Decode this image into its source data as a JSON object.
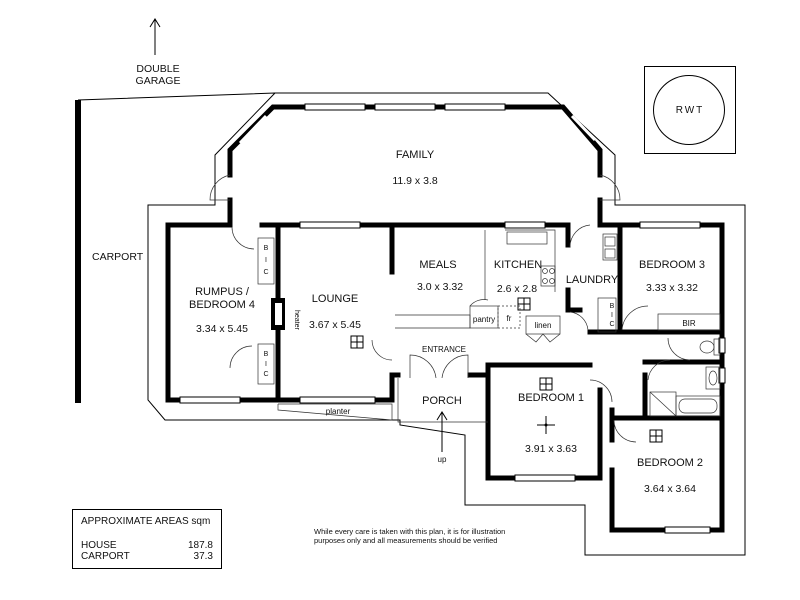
{
  "garage": {
    "line1": "DOUBLE",
    "line2": "GARAGE"
  },
  "rooms": {
    "family": {
      "name": "FAMILY",
      "size": "11.9 x 3.8"
    },
    "rumpus": {
      "name1": "RUMPUS /",
      "name2": "BEDROOM 4",
      "size": "3.34 x 5.45"
    },
    "lounge": {
      "name": "LOUNGE",
      "size": "3.67 x 5.45"
    },
    "meals": {
      "name": "MEALS",
      "size": "3.0 x 3.32"
    },
    "kitchen": {
      "name": "KITCHEN",
      "size": "2.6 x 2.8"
    },
    "laundry": {
      "name": "LAUNDRY"
    },
    "bedroom3": {
      "name": "BEDROOM 3",
      "size": "3.33 x 3.32"
    },
    "bedroom1": {
      "name": "BEDROOM 1",
      "size": "3.91 x 3.63"
    },
    "bedroom2": {
      "name": "BEDROOM 2",
      "size": "3.64 x 3.64"
    },
    "carport": {
      "name": "CARPORT"
    },
    "entrance": {
      "name": "ENTRANCE"
    },
    "porch": {
      "name": "PORCH"
    }
  },
  "fixtures": {
    "bic_b": "B",
    "bic_i": "I",
    "bic_c": "C",
    "heater": "heater",
    "pantry": "pantry",
    "fr": "fr",
    "linen": "linen",
    "bir": "BIR",
    "planter": "planter",
    "up": "up",
    "rwt": "RWT"
  },
  "areas": {
    "title": "APPROXIMATE AREAS  sqm",
    "rows": [
      {
        "label": "HOUSE",
        "value": "187.8"
      },
      {
        "label": "CARPORT",
        "value": "37.3"
      }
    ]
  },
  "disclaimer": {
    "line1": "While every care is taken with this plan, it is for illustration",
    "line2": "purposes only and all measurements should be verified"
  }
}
